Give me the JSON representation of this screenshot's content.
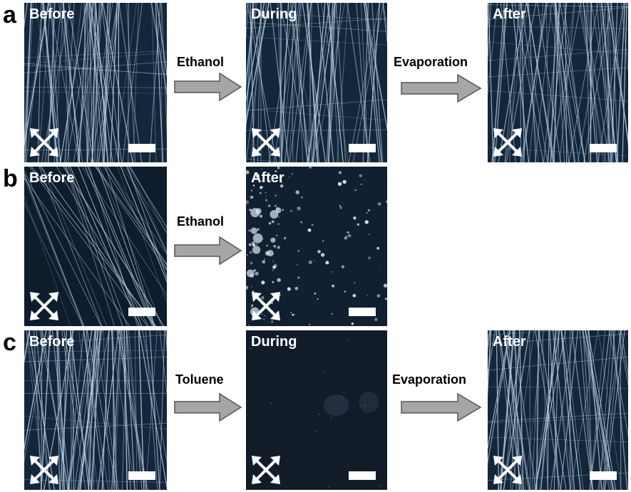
{
  "rows": [
    {
      "letter": "a",
      "panels": [
        {
          "label": "Before",
          "style": "fibers"
        },
        {
          "label": "During",
          "style": "fibers"
        },
        {
          "label": "After",
          "style": "fibers"
        }
      ],
      "arrows": [
        "Ethanol",
        "Evaporation"
      ]
    },
    {
      "letter": "b",
      "panels": [
        {
          "label": "Before",
          "style": "sparse-fibers"
        },
        {
          "label": "After",
          "style": "dissolved"
        }
      ],
      "arrows": [
        "Ethanol"
      ]
    },
    {
      "letter": "c",
      "panels": [
        {
          "label": "Before",
          "style": "fibers"
        },
        {
          "label": "During",
          "style": "dark"
        },
        {
          "label": "After",
          "style": "fibers"
        }
      ],
      "arrows": [
        "Toluene",
        "Evaporation"
      ]
    }
  ],
  "colors": {
    "fiber": "#bcd6ee",
    "panel_bg": "#0f1a26",
    "arrow_fill": "#a6a6a6",
    "arrow_stroke": "#555555"
  },
  "icons": {
    "polarizer": "crossed-double-arrow-icon",
    "process_arrow": "right-block-arrow-icon"
  }
}
